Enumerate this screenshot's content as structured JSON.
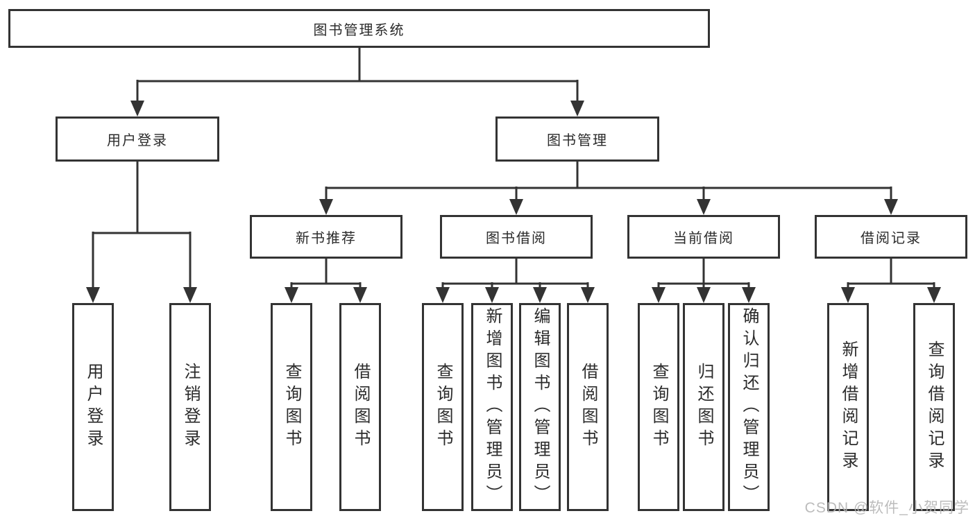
{
  "tree": {
    "label": "图书管理系统",
    "children": [
      {
        "label": "用户登录",
        "children": [
          {
            "label": "用户登录"
          },
          {
            "label": "注销登录"
          }
        ]
      },
      {
        "label": "图书管理",
        "children": [
          {
            "label": "新书推荐",
            "children": [
              {
                "label": "查询图书"
              },
              {
                "label": "借阅图书"
              }
            ]
          },
          {
            "label": "图书借阅",
            "children": [
              {
                "label": "查询图书"
              },
              {
                "label": "新增图书（管理员）"
              },
              {
                "label": "编辑图书（管理员）"
              },
              {
                "label": "借阅图书"
              }
            ]
          },
          {
            "label": "当前借阅",
            "children": [
              {
                "label": "查询图书"
              },
              {
                "label": "归还图书"
              },
              {
                "label": "确认归还（管理员）"
              }
            ]
          },
          {
            "label": "借阅记录",
            "children": [
              {
                "label": "新增借阅记录"
              },
              {
                "label": "查询借阅记录"
              }
            ]
          }
        ]
      }
    ]
  },
  "watermark": {
    "text": "CSDN @软件_小贺同学"
  },
  "colors": {
    "line": "#333333",
    "text": "#2b2b2b",
    "watermark": "#b5b5b5",
    "background": "#ffffff"
  }
}
